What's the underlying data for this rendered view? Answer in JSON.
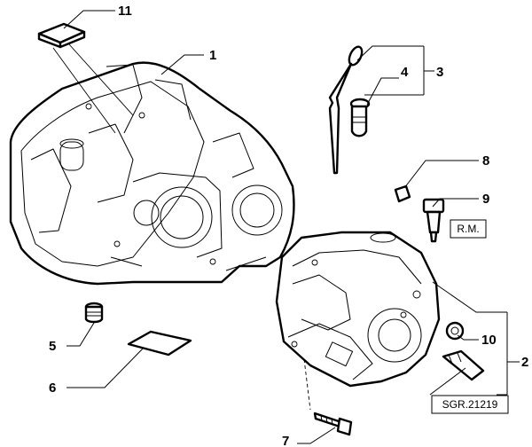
{
  "diagram": {
    "callouts": {
      "c1": "1",
      "c2": "2",
      "c3": "3",
      "c4": "4",
      "c5": "5",
      "c6": "6",
      "c7": "7",
      "c8": "8",
      "c9": "9",
      "c10": "10",
      "c11": "11"
    },
    "labels": {
      "rm": "R.M.",
      "ref_code": "SGR.21219"
    }
  }
}
